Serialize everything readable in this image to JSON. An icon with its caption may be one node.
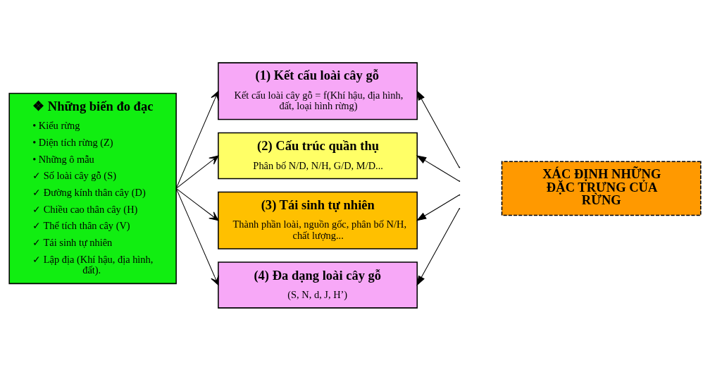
{
  "diagram": {
    "nodes": [
      {
        "text": [
          "❖ Những biến đo đạc",
          "• Kiểu rừng",
          "• Diện tích rừng (Z)",
          "• Những ô mẫu",
          "✓ Số loài cây gỗ (S)",
          "✓ Đường kính thân cây (D)",
          "✓ Chiều cao thân cây (H)",
          "✓ Thể tích thân cây (V)",
          "✓ Tái sinh tự nhiên",
          "✓ Lập địa (Khí hậu, địa hình, đất)."
        ]
      },
      {
        "text": [
          "(1) Kết cấu loài cây gỗ",
          "Kết cấu loài cây gỗ = f(Khí hậu, địa hình, đất, loại hình rừng)"
        ]
      },
      {
        "text": [
          "(2) Cấu trúc quần thụ",
          "Phân bố N/D, N/H, G/D, M/D..."
        ]
      },
      {
        "text": [
          "(3) Tái sinh tự nhiên",
          "Thành phần loài, nguồn gốc, phân bố N/H, chất lượng..."
        ]
      },
      {
        "text": [
          "(4) Đa dạng loài cây gỗ",
          "(S, N, d, J, H’)"
        ]
      },
      {
        "text": [
          "XÁC ĐỊNH NHỮNG ĐẶC TRƯNG CỦA RỪNG"
        ]
      }
    ],
    "edges": [
      {
        "from": 0,
        "to": 1,
        "arrow": "to"
      },
      {
        "from": 0,
        "to": 2,
        "arrow": "to"
      },
      {
        "from": 0,
        "to": 3,
        "arrow": "to"
      },
      {
        "from": 0,
        "to": 4,
        "arrow": "to"
      },
      {
        "from": null,
        "to": 1,
        "arrow": "to"
      },
      {
        "from": null,
        "to": 2,
        "arrow": "to"
      },
      {
        "from": null,
        "to": 3,
        "arrow": "to"
      },
      {
        "from": null,
        "to": 4,
        "arrow": "to"
      }
    ]
  }
}
